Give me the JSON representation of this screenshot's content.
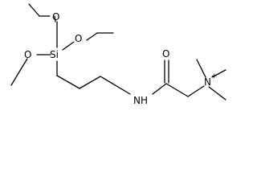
{
  "molecule": {
    "atoms": {
      "silicon": "Si",
      "oxygen_upper": "O",
      "oxygen_right": "O",
      "oxygen_left": "O",
      "oxygen_carbonyl": "O",
      "amide_nitrogen": "NH",
      "ammonium_nitrogen": "N",
      "ammonium_charge": "+"
    }
  }
}
